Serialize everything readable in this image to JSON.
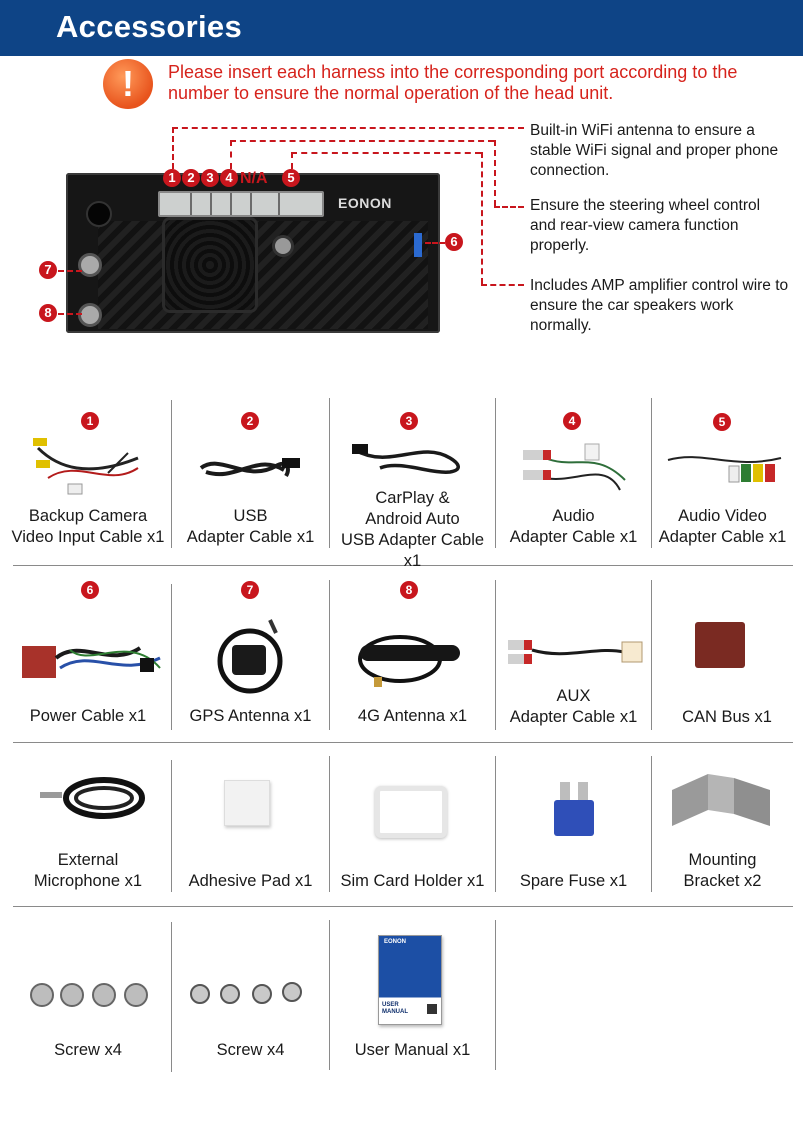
{
  "header": {
    "title": "Accessories"
  },
  "warning": {
    "icon": "exclamation-icon",
    "glyph": "!",
    "text": "Please insert each harness into the corresponding port according to the number to ensure the normal operation of the head unit."
  },
  "diagram": {
    "port_numbers": [
      "1",
      "2",
      "3",
      "4",
      "5",
      "6",
      "7",
      "8"
    ],
    "na_label": "N/A",
    "brand": "EONON",
    "callouts": [
      "Built-in WiFi antenna to ensure a stable WiFi signal and proper phone connection.",
      "Ensure the steering wheel control and rear-view camera function properly.",
      "Includes AMP amplifier control wire to ensure the car speakers work normally."
    ]
  },
  "items": [
    {
      "num": "1",
      "label_lines": [
        "Backup Camera",
        "Video Input Cable x1"
      ]
    },
    {
      "num": "2",
      "label_lines": [
        "USB",
        "Adapter Cable x1"
      ]
    },
    {
      "num": "3",
      "label_lines": [
        "CarPlay &",
        "Android Auto",
        "USB Adapter Cable x1"
      ]
    },
    {
      "num": "4",
      "label_lines": [
        "Audio",
        "Adapter Cable x1"
      ]
    },
    {
      "num": "5",
      "label_lines": [
        "Audio Video",
        "Adapter Cable x1"
      ]
    },
    {
      "num": "6",
      "label_lines": [
        "Power Cable x1"
      ]
    },
    {
      "num": "7",
      "label_lines": [
        "GPS Antenna x1"
      ]
    },
    {
      "num": "8",
      "label_lines": [
        "4G Antenna x1"
      ]
    },
    {
      "num": "",
      "label_lines": [
        "AUX",
        "Adapter Cable x1"
      ]
    },
    {
      "num": "",
      "label_lines": [
        "CAN Bus x1"
      ]
    },
    {
      "num": "",
      "label_lines": [
        "External",
        "Microphone x1"
      ]
    },
    {
      "num": "",
      "label_lines": [
        "Adhesive Pad x1"
      ]
    },
    {
      "num": "",
      "label_lines": [
        "Sim Card Holder x1"
      ]
    },
    {
      "num": "",
      "label_lines": [
        "Spare Fuse x1"
      ]
    },
    {
      "num": "",
      "label_lines": [
        "Mounting",
        "Bracket x2"
      ]
    },
    {
      "num": "",
      "label_lines": [
        "Screw x4"
      ]
    },
    {
      "num": "",
      "label_lines": [
        "Screw x4"
      ]
    },
    {
      "num": "",
      "label_lines": [
        "User Manual x1"
      ]
    }
  ],
  "manual_cover": {
    "brand": "EONON",
    "title_line1": "USER",
    "title_line2": "MANUAL"
  },
  "colors": {
    "header_bg": "#0e4486",
    "accent_red": "#c8161d",
    "warning_text": "#d6231c",
    "warning_icon": "#e8541d"
  }
}
